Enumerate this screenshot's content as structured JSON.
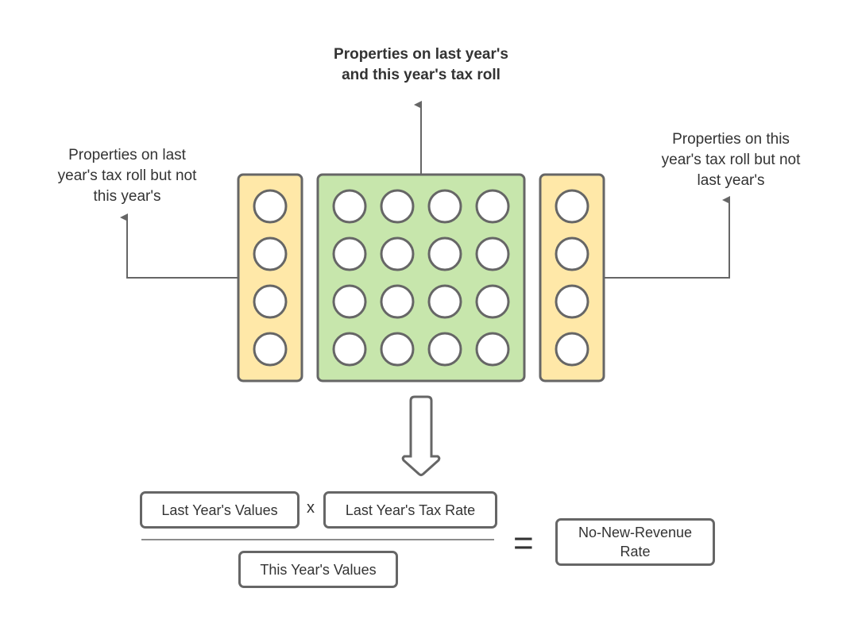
{
  "labels": {
    "top": "Properties on last year's\nand this year's tax roll",
    "left": "Properties on last\nyear's tax roll but not\nthis year's",
    "right": "Properties on this\nyear's tax roll but not\nlast year's"
  },
  "groups": {
    "left_column": {
      "rows": 4,
      "cols": 1,
      "fill": "#FFE8A8"
    },
    "center_grid": {
      "rows": 4,
      "cols": 4,
      "fill": "#C7E6AC"
    },
    "right_column": {
      "rows": 4,
      "cols": 1,
      "fill": "#FFE8A8"
    }
  },
  "formula": {
    "numerator_left": "Last Year's Values",
    "operator": "x",
    "numerator_right": "Last Year's Tax Rate",
    "denominator": "This Year's Values",
    "equals": "=",
    "result": "No-New-Revenue Rate"
  },
  "colors": {
    "stroke": "#666666",
    "yellow": "#FFE8A8",
    "green": "#C7E6AC"
  }
}
